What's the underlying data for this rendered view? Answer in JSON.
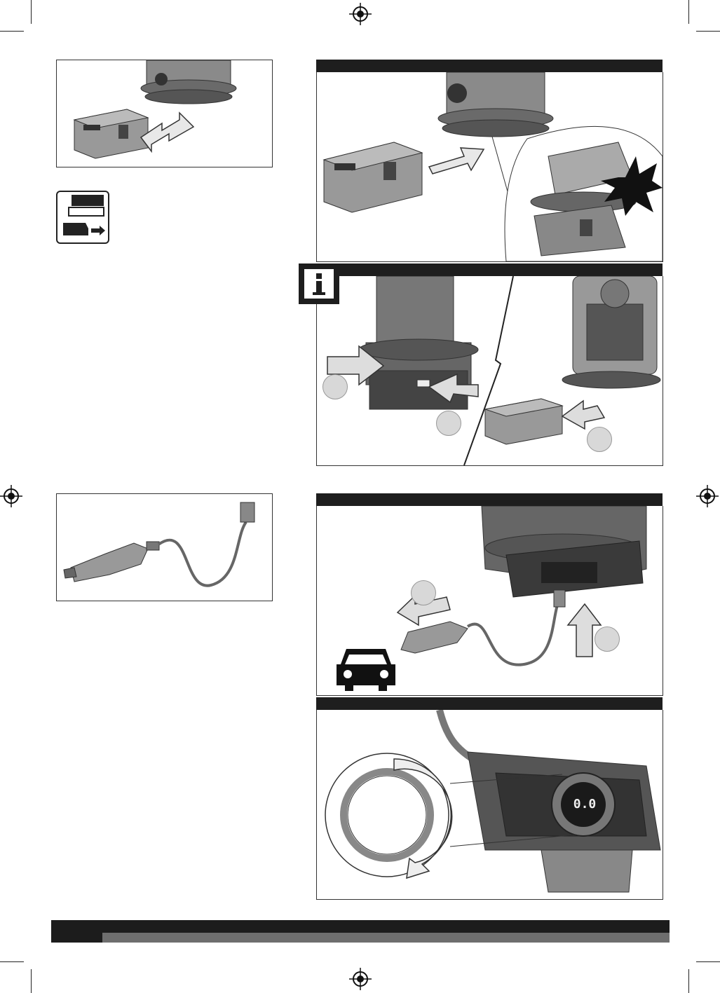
{
  "page": {
    "background": "#ffffff",
    "accent_dark": "#1e1e1e",
    "accent_gray": "#6e6e6e"
  },
  "icons": {
    "registration": "registration-mark-icon",
    "info": "info-icon",
    "battery_insert": "battery-insert-icon",
    "car": "car-icon",
    "arrow": "arrow-icon",
    "explosion": "click-burst-icon"
  },
  "figures": {
    "fig_a": "battery-slide-illustration",
    "fig_b": "battery-insert-click-illustration",
    "fig_c": "battery-release-illustration",
    "fig_d": "car-plug-cable-illustration",
    "fig_e": "car-plug-connect-illustration",
    "fig_f": "dial-rotation-illustration"
  },
  "display": {
    "readout": "0.0"
  }
}
